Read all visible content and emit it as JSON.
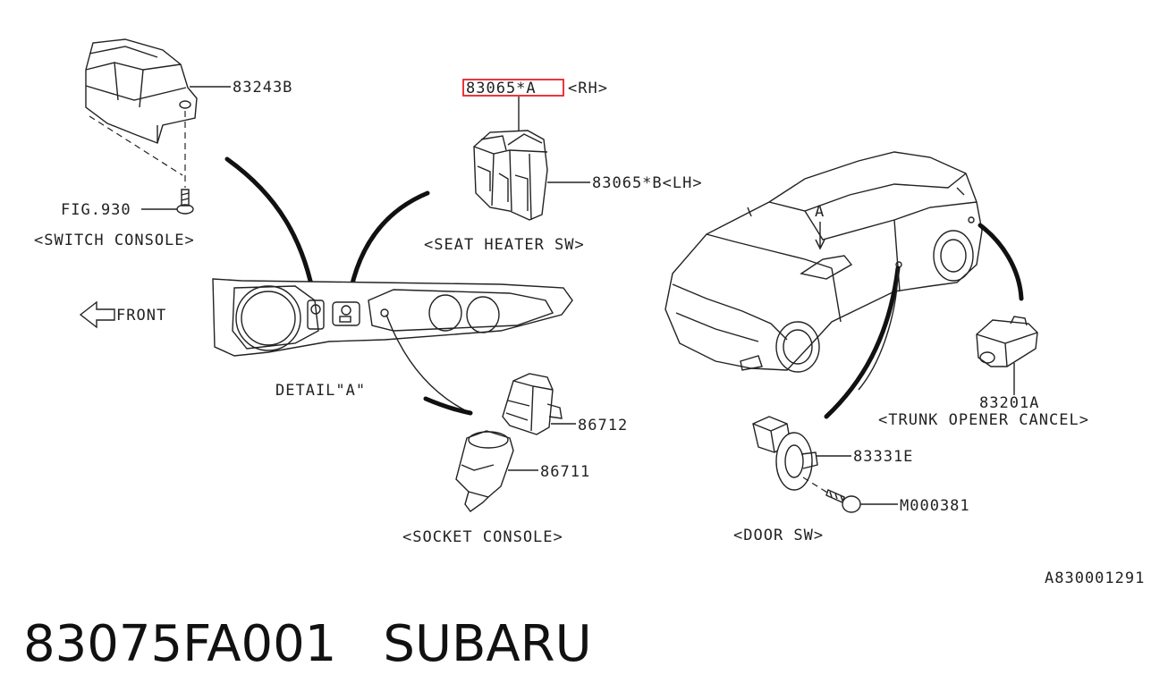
{
  "diagram": {
    "labels": {
      "switch_part": "83243B",
      "fig_ref": "FIG.930",
      "switch_console": "<SWITCH CONSOLE>",
      "seat_heater_rh_part": "83065*A",
      "rh": "<RH>",
      "seat_heater_lh": "83065*B<LH>",
      "seat_heater_sw": "<SEAT HEATER SW>",
      "front": "FRONT",
      "detail": "DETAIL\"A\"",
      "socket_part_1": "86712",
      "socket_part_2": "86711",
      "socket_console": "<SOCKET CONSOLE>",
      "view_marker": "A",
      "trunk_part": "83201A",
      "trunk_opener_cancel": "<TRUNK OPENER CANCEL>",
      "door_sw_part": "83331E",
      "bolt_part": "M000381",
      "door_sw": "<DOOR SW>",
      "drawing_number": "A830001291"
    },
    "highlight_color": "#e8202a"
  },
  "footer": {
    "part_number": "83075FA001",
    "brand": "SUBARU"
  }
}
